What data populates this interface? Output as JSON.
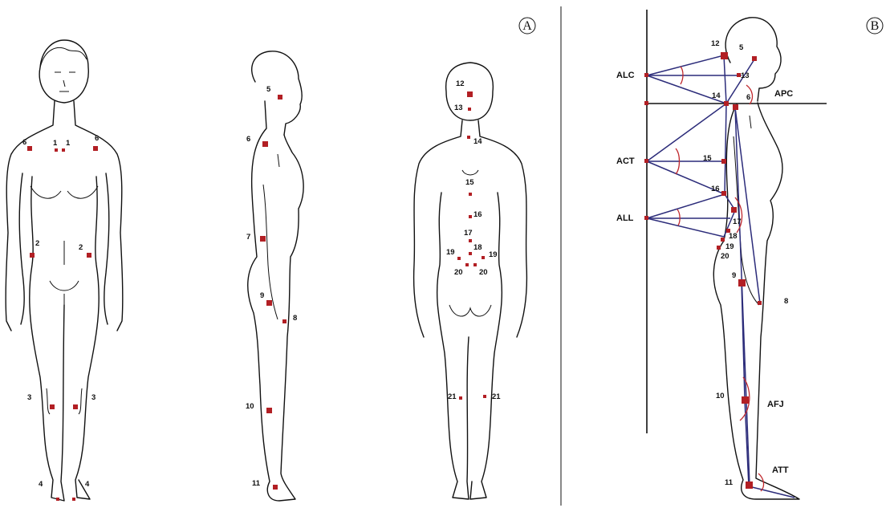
{
  "panels": {
    "a": "A",
    "b": "B"
  },
  "front": {
    "labels": [
      "6",
      "1",
      "1",
      "6",
      "2",
      "2",
      "3",
      "3",
      "4",
      "4"
    ]
  },
  "side": {
    "labels": [
      "5",
      "6",
      "7",
      "9",
      "8",
      "10",
      "11"
    ]
  },
  "back": {
    "labels": [
      "12",
      "13",
      "14",
      "15",
      "16",
      "17",
      "18",
      "19",
      "19",
      "20",
      "20",
      "21",
      "21"
    ]
  },
  "panel_b": {
    "points": [
      "12",
      "5",
      "13",
      "14",
      "6",
      "15",
      "16",
      "17",
      "18",
      "19",
      "20",
      "9",
      "8",
      "10",
      "11"
    ],
    "angles": [
      "ALC",
      "APC",
      "ACT",
      "ALL",
      "AFJ",
      "ATT"
    ]
  },
  "colors": {
    "marker": "#b21f24",
    "line": "#2c2c7a",
    "arc": "#c0282d"
  }
}
